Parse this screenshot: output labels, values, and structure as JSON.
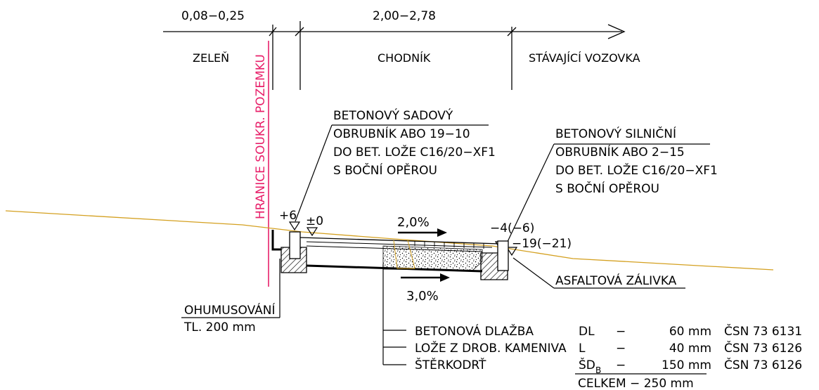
{
  "dims": {
    "green_width": "0,08−0,25",
    "sidewalk_width": "2,00−2,78"
  },
  "zones": {
    "green": "ZELEŇ",
    "sidewalk": "CHODNÍK",
    "road": "STÁVAJÍCÍ VOZOVKA"
  },
  "boundary_label": "HRANICE SOUKR. POZEMKU",
  "left_curb": {
    "line1": "BETONOVÝ SADOVÝ",
    "line2": "OBRUBNÍK ABO 19−10",
    "line3": "DO BET. LOŽE C16/20−XF1",
    "line4": "S BOČNÍ OPĚROU"
  },
  "right_curb": {
    "line1": "BETONOVÝ SILNIČNÍ",
    "line2": "OBRUBNÍK ABO 2−15",
    "line3": "DO BET. LOŽE C16/20−XF1",
    "line4": "S BOČNÍ OPĚROU"
  },
  "levels": {
    "left_top": "+6",
    "left_zero": "±0",
    "right_top": "−4(−6)",
    "right_bottom": "−19(−21)"
  },
  "slopes": {
    "surface": "2,0%",
    "subgrade": "3,0%"
  },
  "asphalt_label": "ASFALTOVÁ ZÁLIVKA",
  "topsoil": {
    "line1": "OHUMUSOVÁNÍ",
    "line2": "TL. 200 mm"
  },
  "layers": [
    {
      "name": "BETONOVÁ DLAŽBA",
      "code": "DL",
      "dash": "−",
      "thickness": "60 mm",
      "standard": "ČSN 73 6131"
    },
    {
      "name": "LOŽE Z DROB. KAMENIVA",
      "code": "L",
      "dash": "−",
      "thickness": "40 mm",
      "standard": "ČSN 73 6126"
    },
    {
      "name": "ŠTĚRKODRŤ",
      "code": "ŠD",
      "code_sub": "B",
      "dash": "−",
      "thickness": "150 mm",
      "standard": "ČSN 73 6126"
    }
  ],
  "total": "CELKEM − 250 mm",
  "colors": {
    "boundary": "#e8206a",
    "terrain": "#d4a020",
    "line": "#000000"
  }
}
